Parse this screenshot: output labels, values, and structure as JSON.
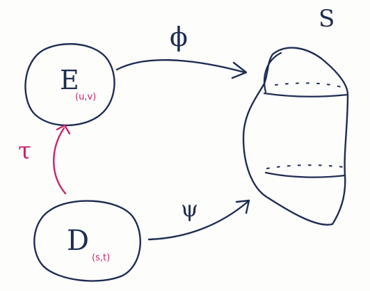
{
  "diagram": {
    "colors": {
      "ink": "#1e2d52",
      "accent": "#c8246a",
      "background": "#fdfdfc"
    },
    "domain_E": {
      "label": "E",
      "subscript": "(u,v)"
    },
    "domain_D": {
      "label": "D",
      "subscript": "(s,t)"
    },
    "surface": {
      "label": "S"
    },
    "maps": {
      "phi": "ϕ",
      "psi": "ψ",
      "tau": "τ"
    }
  }
}
